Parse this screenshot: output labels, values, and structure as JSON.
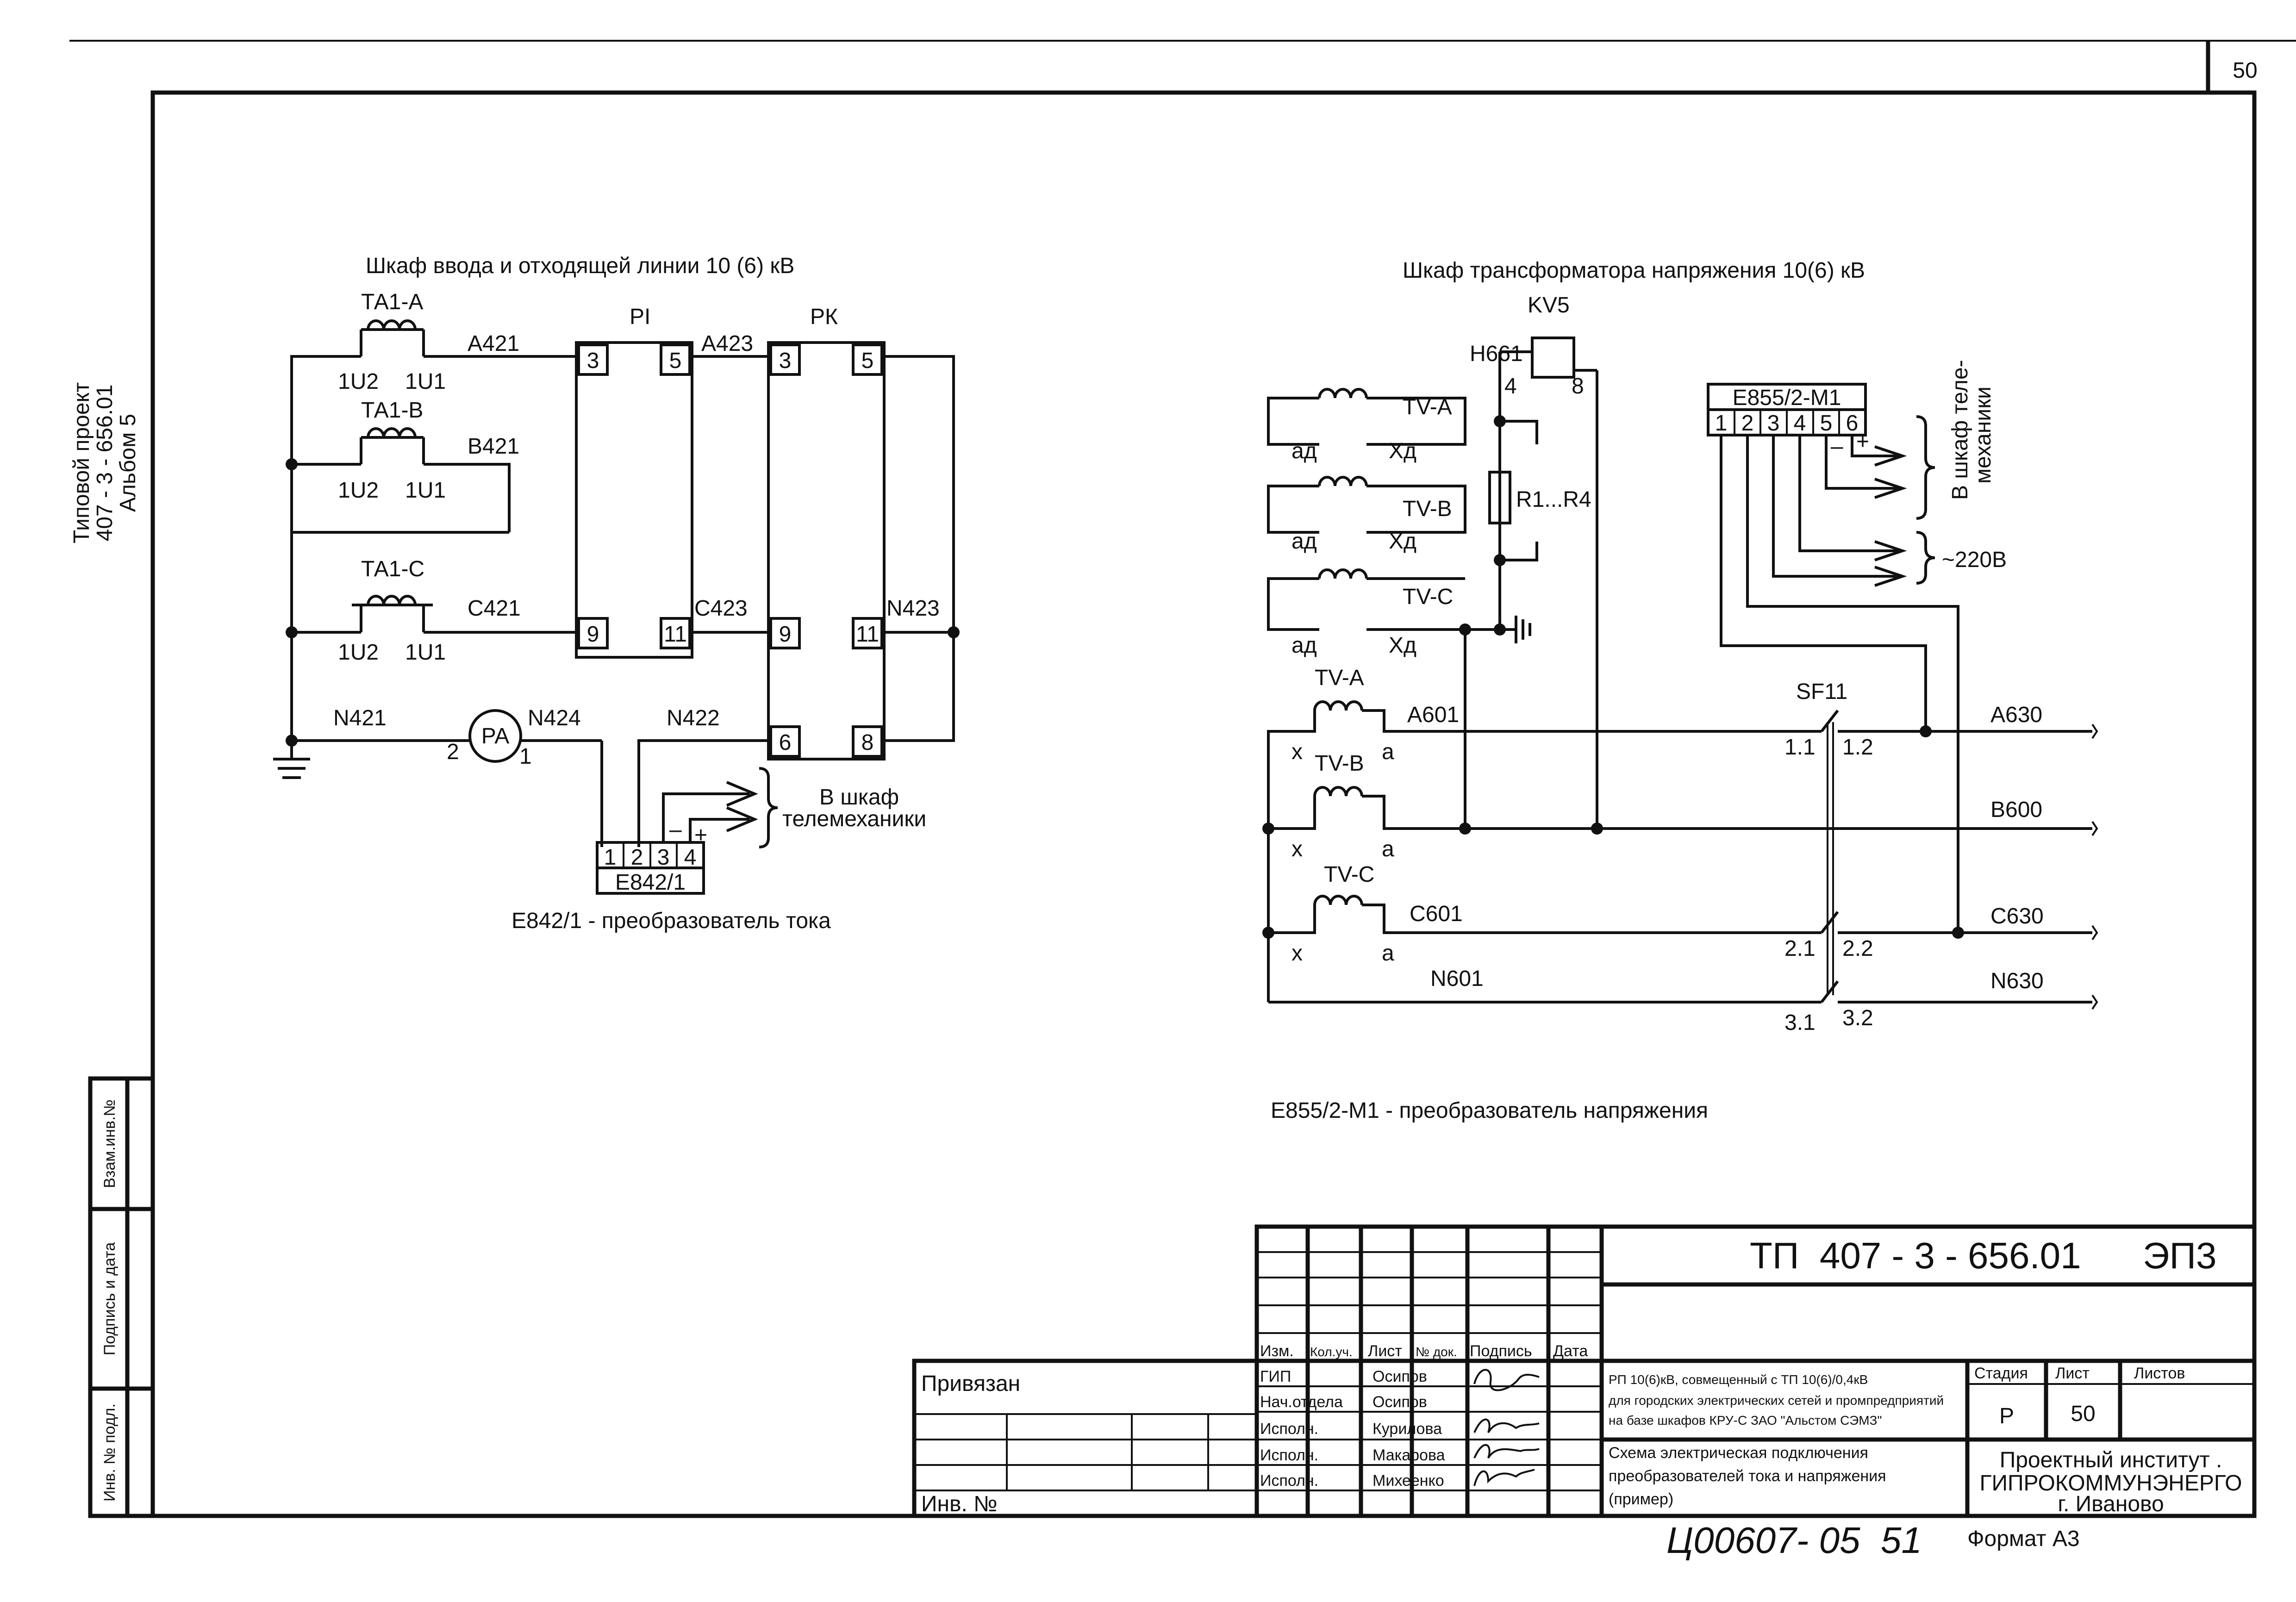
{
  "page_number": "50",
  "side_stamp": {
    "project": "Типовой проект",
    "number": "407 - 3 - 656.01",
    "album": "Альбом 5"
  },
  "left_margin": {
    "vzam": "Взам.инв.№",
    "podpis": "Подпись и дата",
    "inv": "Инв. № подл."
  },
  "left_scheme": {
    "title": "Шкаф ввода и отходящей линии 10 (6) кВ",
    "ta_a": "ТА1-А",
    "ta_b": "ТА1-В",
    "ta_c": "ТА1-С",
    "u2": "1U2",
    "u1": "1U1",
    "a421": "А421",
    "b421": "В421",
    "c421": "С421",
    "a423": "А423",
    "c423": "С423",
    "n423": "N423",
    "n421": "N421",
    "n424": "N424",
    "n422": "N422",
    "pi": "PI",
    "pk": "РК",
    "pa": "PA",
    "pa_2": "2",
    "pa_1": "1",
    "t3": "3",
    "t5": "5",
    "t9": "9",
    "t11": "11",
    "t6": "6",
    "t8": "8",
    "conv_terminals": [
      "1",
      "2",
      "3",
      "4"
    ],
    "conv_name": "Е842/1",
    "minus": "–",
    "plus": "+",
    "telemech": [
      "В шкаф",
      "телемеханики"
    ],
    "caption": "Е842/1 - преобразователь тока"
  },
  "right_scheme": {
    "title": "Шкаф трансформатора напряжения 10(6) кВ",
    "kv5": "KV5",
    "h661": "Н661",
    "k4": "4",
    "k8": "8",
    "tv_a": "TV-A",
    "tv_b": "TV-B",
    "tv_c": "TV-C",
    "ad": "ад",
    "xd": "Хд",
    "x": "х",
    "a": "а",
    "r": "R1...R4",
    "conv_name": "Е855/2-М1",
    "conv_terminals": [
      "1",
      "2",
      "3",
      "4",
      "5",
      "6"
    ],
    "minus": "–",
    "plus": "+",
    "telemech": [
      "В шкаф теле-",
      "механики"
    ],
    "v220": "~220В",
    "sf11": "SF11",
    "a601": "А601",
    "c601": "С601",
    "n601": "N601",
    "a630": "А630",
    "b600": "В600",
    "c630": "С630",
    "n630": "N630",
    "p11": "1.1",
    "p12": "1.2",
    "p21": "2.1",
    "p22": "2.2",
    "p31": "3.1",
    "p32": "3.2",
    "caption": "Е855/2-М1 - преобразователь напряжения"
  },
  "title_block": {
    "code": "ТП  407 - 3 - 656.01      ЭП3",
    "privyazan": "Привязан",
    "inv_no": "Инв. №",
    "col_headers": [
      "Изм.",
      "Кол.уч.",
      "Лист",
      "№ док.",
      "Подпись",
      "Дата"
    ],
    "roles": [
      "ГИП",
      "Нач.отдела",
      "Исполн.",
      "Исполн.",
      "Исполн."
    ],
    "names": [
      "Осипов",
      "Осипов",
      "Курилова",
      "Макарова",
      "Михеенко"
    ],
    "desc1": [
      "РП 10(6)кВ, совмещенный с ТП 10(6)/0,4кВ",
      "для городских электрических сетей и промпредприятий",
      "на базе шкафов КРУ-С ЗАО \"Альстом СЭМЗ\""
    ],
    "desc2": [
      "Схема электрическая подключения",
      "преобразователей тока и напряжения",
      "(пример)"
    ],
    "stadiya_h": "Стадия",
    "list_h": "Лист",
    "listov_h": "Листов",
    "stadiya": "Р",
    "list": "50",
    "org": [
      "Проектный институт .",
      "ГИПРОКОММУНЭНЕРГО",
      "г. Иваново"
    ],
    "format": "Формат А3",
    "handwritten": "Ц00607- 05  51"
  }
}
